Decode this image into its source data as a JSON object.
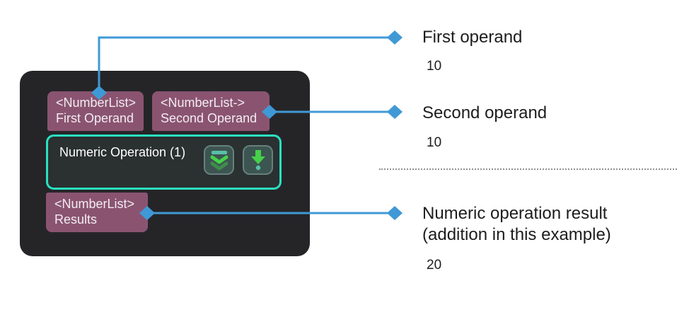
{
  "colors": {
    "connector_blue": "#3f99d6",
    "node_background": "#252528",
    "port_purple": "#8a5471",
    "operation_border_teal": "#2be0c1",
    "icon_green": "#45d14a",
    "icon_teal": "#57c0a9",
    "annotation_text": "#1d1d1d"
  },
  "node": {
    "ports": {
      "first": {
        "type": "<NumberList>",
        "label": "First Operand"
      },
      "second": {
        "type": "<NumberList->",
        "label": "Second Operand"
      },
      "results": {
        "type": "<NumberList>",
        "label": "Results"
      }
    },
    "operation": {
      "title": "Numeric Operation (1)",
      "icons": [
        "double-chevron-down-icon",
        "arrow-down-icon"
      ]
    }
  },
  "annotations": {
    "first": {
      "title": "First operand",
      "value": "10"
    },
    "second": {
      "title": "Second operand",
      "value": "10"
    },
    "result": {
      "title_lines": [
        "Numeric operation result",
        "(addition in this example)"
      ],
      "value": "20"
    }
  }
}
